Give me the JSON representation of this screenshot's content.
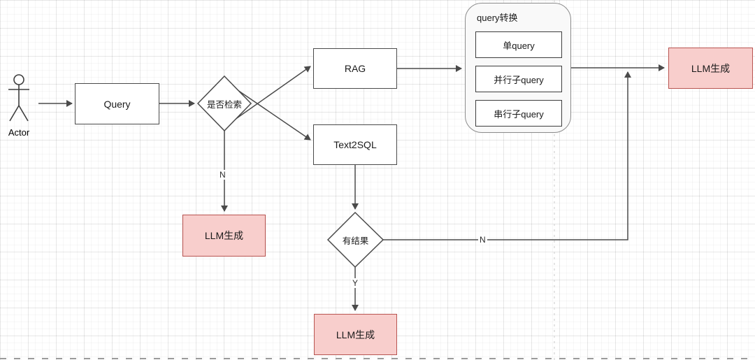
{
  "diagram": {
    "nodes": {
      "actor": {
        "label": "Actor"
      },
      "query": {
        "label": "Query"
      },
      "decision_retrieval": {
        "label": "是否检索"
      },
      "rag": {
        "label": "RAG"
      },
      "text2sql": {
        "label": "Text2SQL"
      },
      "query_transform": {
        "title": "query转换",
        "items": [
          {
            "label": "单query"
          },
          {
            "label": "并行子query"
          },
          {
            "label": "串行子query"
          }
        ]
      },
      "llm_generate_top": {
        "label": "LLM生成"
      },
      "llm_generate_left": {
        "label": "LLM生成"
      },
      "decision_has_result": {
        "label": "有结果"
      },
      "llm_generate_bottom": {
        "label": "LLM生成"
      }
    },
    "edge_labels": {
      "no_retrieval": "N",
      "has_result_no": "N",
      "has_result_yes": "Y"
    },
    "colors": {
      "shape_border": "#4a4a4a",
      "highlight_fill": "#f8cecc",
      "highlight_border": "#b85450",
      "container_fill": "#f9f9f9",
      "edge_line": "#4a4a4a"
    }
  }
}
